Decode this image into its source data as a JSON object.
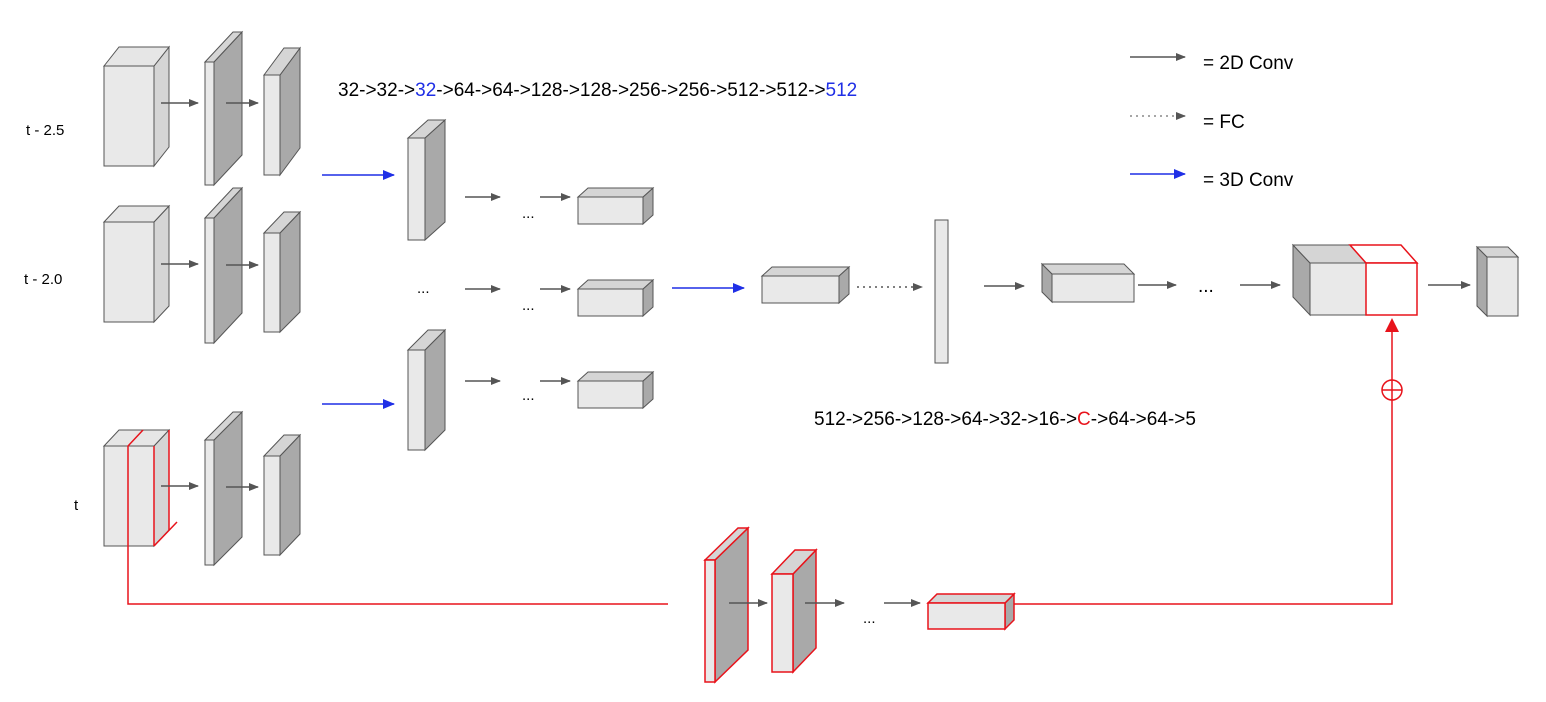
{
  "timesteps": {
    "t_minus_2_5": "t - 2.5",
    "t_minus_2_0": "t - 2.0",
    "t": "t"
  },
  "sequences": {
    "encoder": [
      {
        "text": "32->32->",
        "color": "#000000"
      },
      {
        "text": "32",
        "color": "#1f2fe6"
      },
      {
        "text": "->64->64->128->128->256->256->512->512->",
        "color": "#000000"
      },
      {
        "text": "512",
        "color": "#1f2fe6"
      }
    ],
    "decoder": [
      {
        "text": "512->256->128->64->32->16->",
        "color": "#000000"
      },
      {
        "text": "C",
        "color": "#e8131b"
      },
      {
        "text": "->64->64->5",
        "color": "#000000"
      }
    ]
  },
  "legend": {
    "conv2d": "= 2D Conv",
    "fc": "= FC",
    "conv3d": "= 3D Conv"
  },
  "ellipsis": "...",
  "colors": {
    "gray_arrow": "#555555",
    "blue_arrow": "#1f2fe6",
    "red_branch": "#e8131b",
    "box_light": "#e9e9e9",
    "box_dark": "#a9a9a9",
    "box_top": "#d5d5d5",
    "outline": "#555555"
  }
}
